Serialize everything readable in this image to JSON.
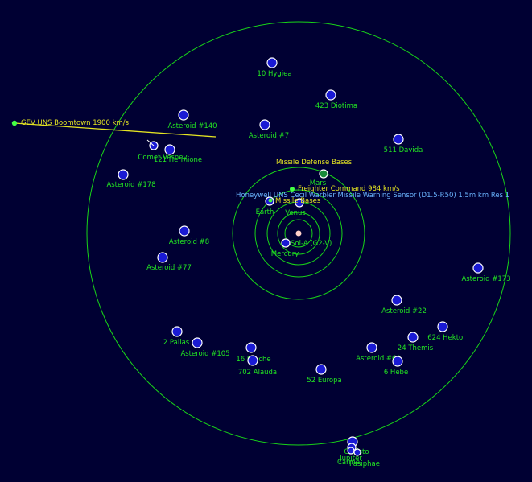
{
  "colors": {
    "background": "#000033",
    "orbit": "#18d418",
    "label": "#22e522",
    "body_fill": "#1a1ad4",
    "body_ring": "#ffffff",
    "fleet": "#e5e522",
    "sensor": "#6ab4ff",
    "star": "#ffd0c8"
  },
  "star": {
    "name": "Sol-A (G2-V)",
    "icon": "star-icon"
  },
  "bodies": [
    {
      "label": "10 Hygiea"
    },
    {
      "label": "423 Diotima"
    },
    {
      "label": "Asteroid #140"
    },
    {
      "label": "Asteroid #7"
    },
    {
      "label": "511 Davida"
    },
    {
      "label": "Comet Vesney"
    },
    {
      "label": "121 Hermione"
    },
    {
      "label": "Asteroid #178"
    },
    {
      "label": "Mars"
    },
    {
      "label": "Earth"
    },
    {
      "label": "Venus"
    },
    {
      "label": "Mercury"
    },
    {
      "label": "Asteroid #8"
    },
    {
      "label": "Asteroid #77"
    },
    {
      "label": "Asteroid #173"
    },
    {
      "label": "Asteroid #22"
    },
    {
      "label": "624 Hektor"
    },
    {
      "label": "2 Pallas"
    },
    {
      "label": "Asteroid #105"
    },
    {
      "label": "24 Themis"
    },
    {
      "label": "16 Psyche"
    },
    {
      "label": "Asteroid #60"
    },
    {
      "label": "702 Alauda"
    },
    {
      "label": "6 Hebe"
    },
    {
      "label": "52 Europa"
    },
    {
      "label": "Callisto"
    },
    {
      "label": "Jupiter"
    },
    {
      "label": "Carme"
    },
    {
      "label": "Pasiphae"
    }
  ],
  "fleets": [
    {
      "label": "GEV UNS Boomtown  1900 km/s"
    },
    {
      "label": "Freighter Command  984 km/s"
    }
  ],
  "base_labels": {
    "missile_defense": "Missile Defense Bases",
    "missile": "Missile Bases"
  },
  "sensor_label": "Honeywell UNS Cecil Warbler Missile Warning Sensor (D1.5-R50) 1.5m km  Res 1"
}
